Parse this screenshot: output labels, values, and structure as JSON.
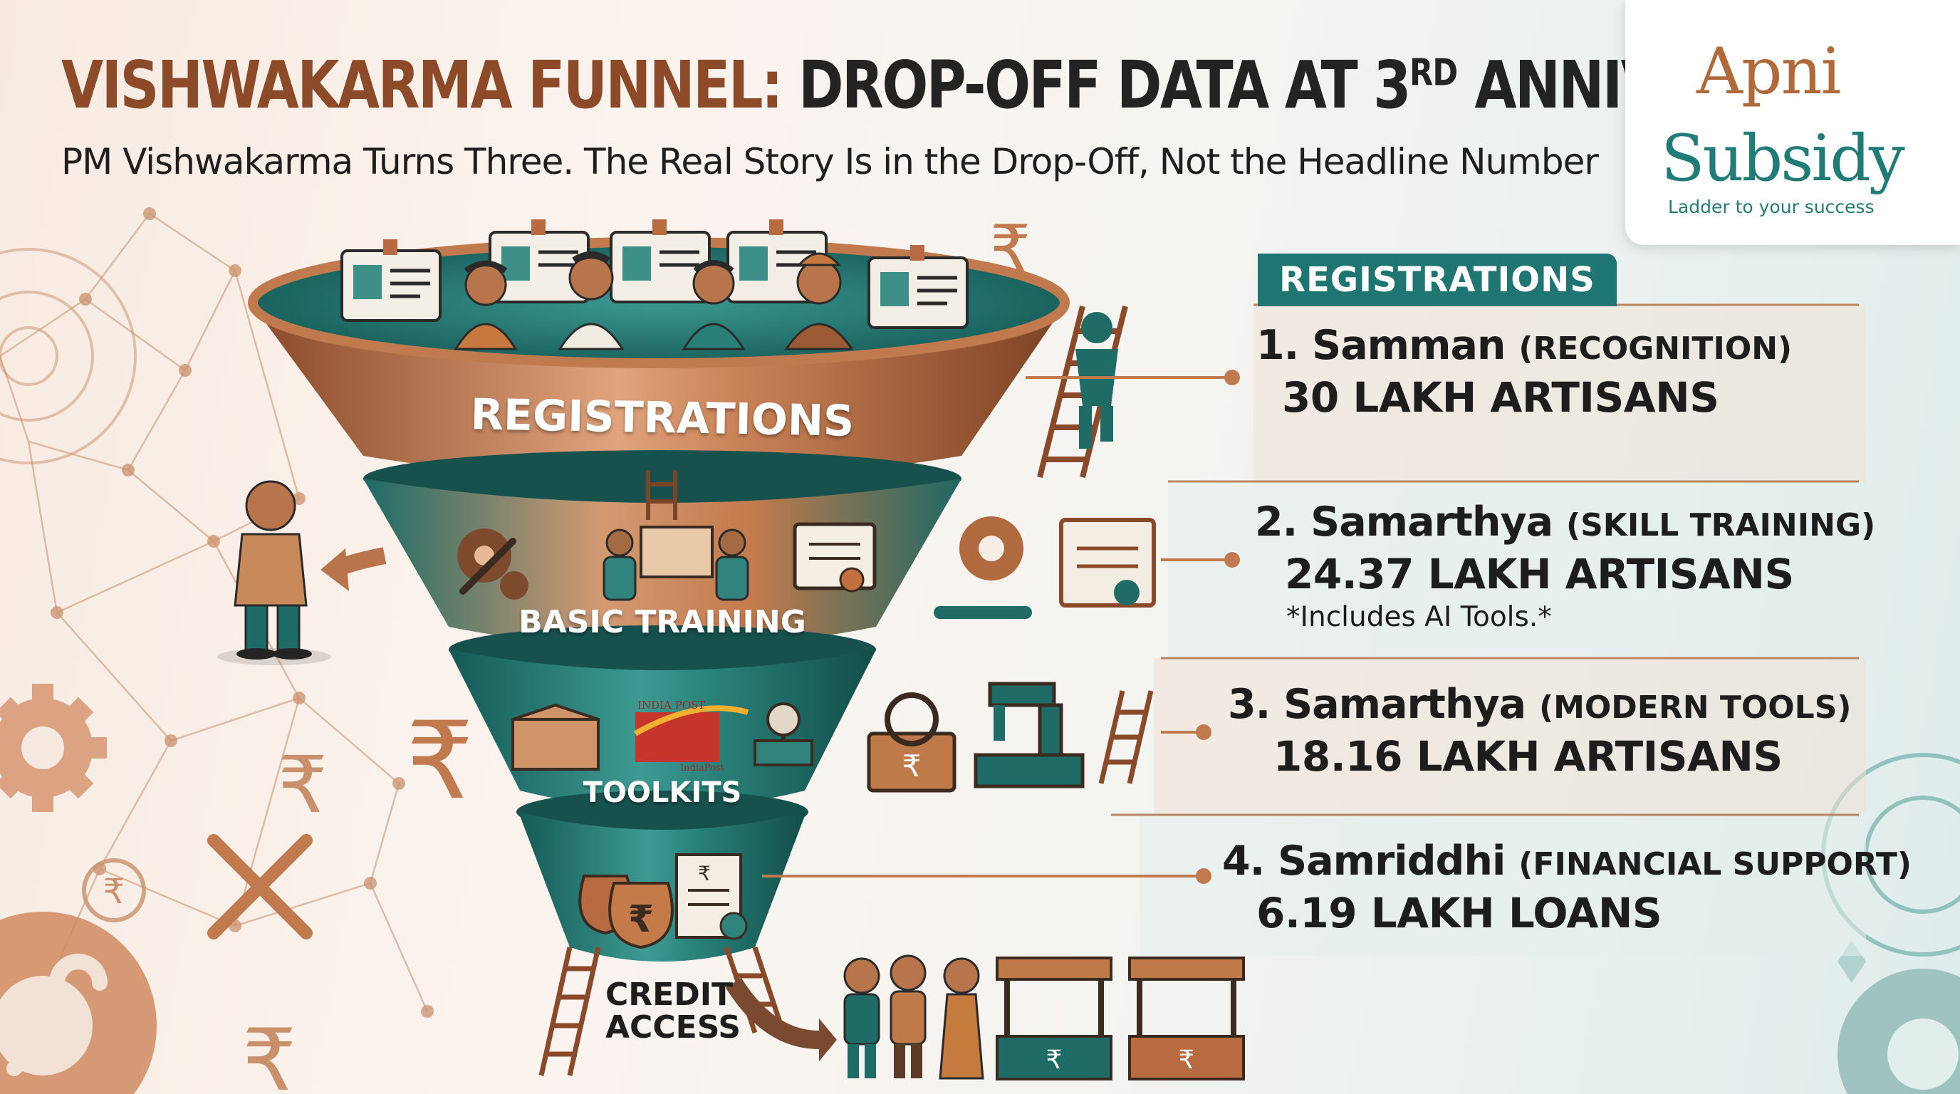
{
  "header": {
    "title_part1": "VISHWAKARMA FUNNEL:",
    "title_part2": "DROP-OFF DATA AT 3",
    "title_sup": "RD",
    "title_part3": " ANNIVERSARY",
    "subtitle": "PM Vishwakarma Turns Three. The Real Story Is in the Drop-Off, Not the Headline Number"
  },
  "logo": {
    "line1": "Apni",
    "line2": "Subsidy",
    "tagline": "Ladder to your success"
  },
  "side_tag": "REGISTRATIONS",
  "funnel_labels": {
    "level1": "REGISTRATIONS",
    "level2": "BASIC TRAINING",
    "level3": "TOOLKITS",
    "level4_line1": "CREDIT",
    "level4_line2": "ACCESS"
  },
  "india_post": {
    "top": "INDIA POST",
    "bottom": "IndiaPost"
  },
  "stages": [
    {
      "name": "1. Samman",
      "sub": "(RECOGNITION)",
      "value": "30 LAKH ARTISANS"
    },
    {
      "name": "2. Samarthya",
      "sub": "(SKILL TRAINING)",
      "value": "24.37 LAKH ARTISANS",
      "note": "*Includes AI Tools.*"
    },
    {
      "name": "3. Samarthya",
      "sub": "(MODERN TOOLS)",
      "value": "18.16 LAKH ARTISANS"
    },
    {
      "name": "4. Samriddhi",
      "sub": "(FINANCIAL SUPPORT)",
      "value": "6.19 LAKH LOANS"
    }
  ],
  "colors": {
    "copper": "#b86a40",
    "copper_dark": "#8c4a28",
    "teal": "#1f7571",
    "teal_light": "#2f8c86",
    "text": "#1d1d1d"
  },
  "icons": [
    "id-card-icon",
    "artisan-icon",
    "ladder-icon",
    "rupee-icon",
    "gear-icon",
    "wrench-icon",
    "certificate-icon",
    "toolbox-icon",
    "sewing-machine-icon",
    "money-bag-icon",
    "document-icon",
    "market-stall-icon",
    "worried-person-icon",
    "arrow-icon"
  ]
}
